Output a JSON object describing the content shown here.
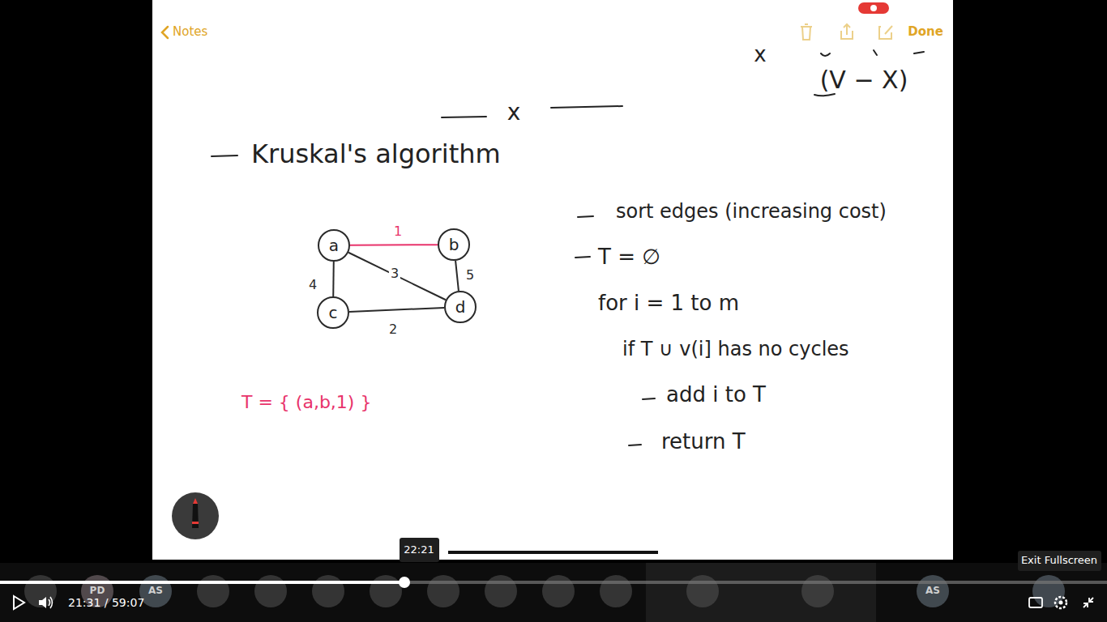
{
  "diagram": {
    "nodes": [
      {
        "text": [
          "a"
        ]
      },
      {
        "text": [
          "b"
        ]
      },
      {
        "text": [
          "c"
        ]
      },
      {
        "text": [
          "d"
        ]
      }
    ],
    "edges": [
      {
        "from": 0,
        "to": 1,
        "arrow": "none",
        "label": "1"
      },
      {
        "from": 0,
        "to": 2,
        "arrow": "none",
        "label": "4"
      },
      {
        "from": 0,
        "to": 3,
        "arrow": "none",
        "label": "3"
      },
      {
        "from": 1,
        "to": 3,
        "arrow": "none",
        "label": "5"
      },
      {
        "from": 2,
        "to": 3,
        "arrow": "none",
        "label": "2"
      }
    ],
    "labels": [
      "Notes",
      "Done",
      "x",
      "(V − X)",
      "x",
      "Kruskal's algorithm",
      "sort edges (increasing cost)",
      "T = ∅",
      "for i = 1 to m",
      "if T ∪ v(i] has no cycles",
      "add i to T",
      "return T",
      "T = { (a,b,1) }",
      "22:21",
      "21:31 / 59:07",
      "Exit Fullscreen",
      "PD",
      "AS",
      "AS"
    ]
  }
}
